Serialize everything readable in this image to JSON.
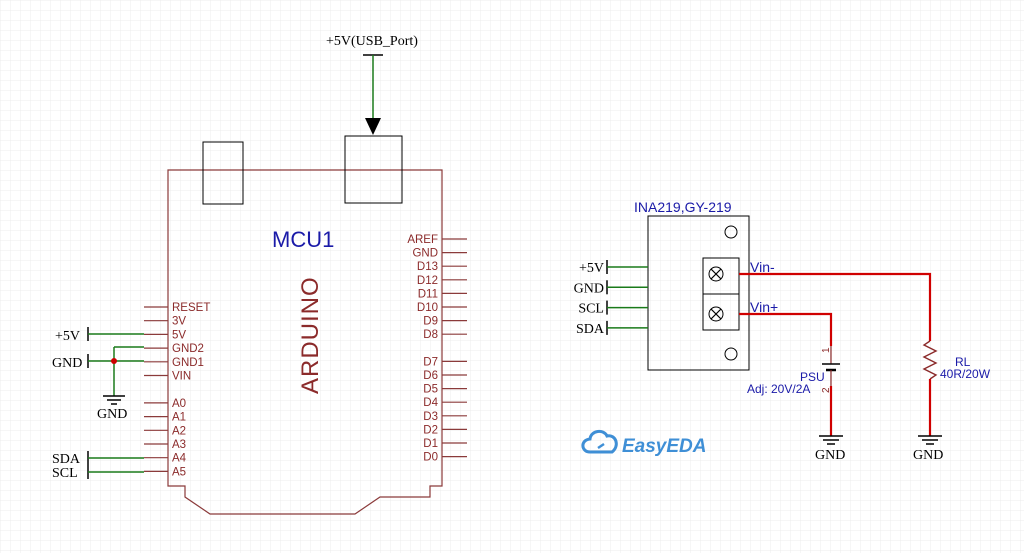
{
  "colors": {
    "grid": "#ebebeb",
    "body_outline": "#8b3a3a",
    "pin_label": "#8b2a2a",
    "title_blue": "#1a1aa8",
    "wire_green": "#1a7a1a",
    "wire_red": "#d00000",
    "junction": "#cc0000",
    "black": "#000000",
    "logo_blue": "#3f8fd6"
  },
  "power": {
    "usb_label": "+5V(USB_Port)"
  },
  "mcu": {
    "designator": "MCU1",
    "name": "ARDUINO",
    "left_pins": [
      "RESET",
      "3V",
      "5V",
      "GND2",
      "GND1",
      "VIN",
      "A0",
      "A1",
      "A2",
      "A3",
      "A4",
      "A5"
    ],
    "right_pins": [
      "AREF",
      "GND",
      "D13",
      "D12",
      "D11",
      "D10",
      "D9",
      "D8",
      "D7",
      "D6",
      "D5",
      "D4",
      "D3",
      "D2",
      "D1",
      "D0"
    ]
  },
  "mcu_nets": {
    "v5": "+5V",
    "gnd_in": "GND",
    "gnd_symbol": "GND",
    "sda": "SDA",
    "scl": "SCL"
  },
  "ina": {
    "title": "INA219,GY-219",
    "pins": [
      "+5V",
      "GND",
      "SCL",
      "SDA"
    ],
    "vin_minus": "Vin-",
    "vin_plus": "Vin+"
  },
  "psu": {
    "name": "PSU",
    "spec": "Adj: 20V/2A",
    "pin1": "1",
    "pin2": "2",
    "gnd": "GND"
  },
  "load": {
    "name": "RL",
    "value": "40R/20W",
    "gnd": "GND"
  },
  "logo": {
    "text": "EasyEDA"
  }
}
